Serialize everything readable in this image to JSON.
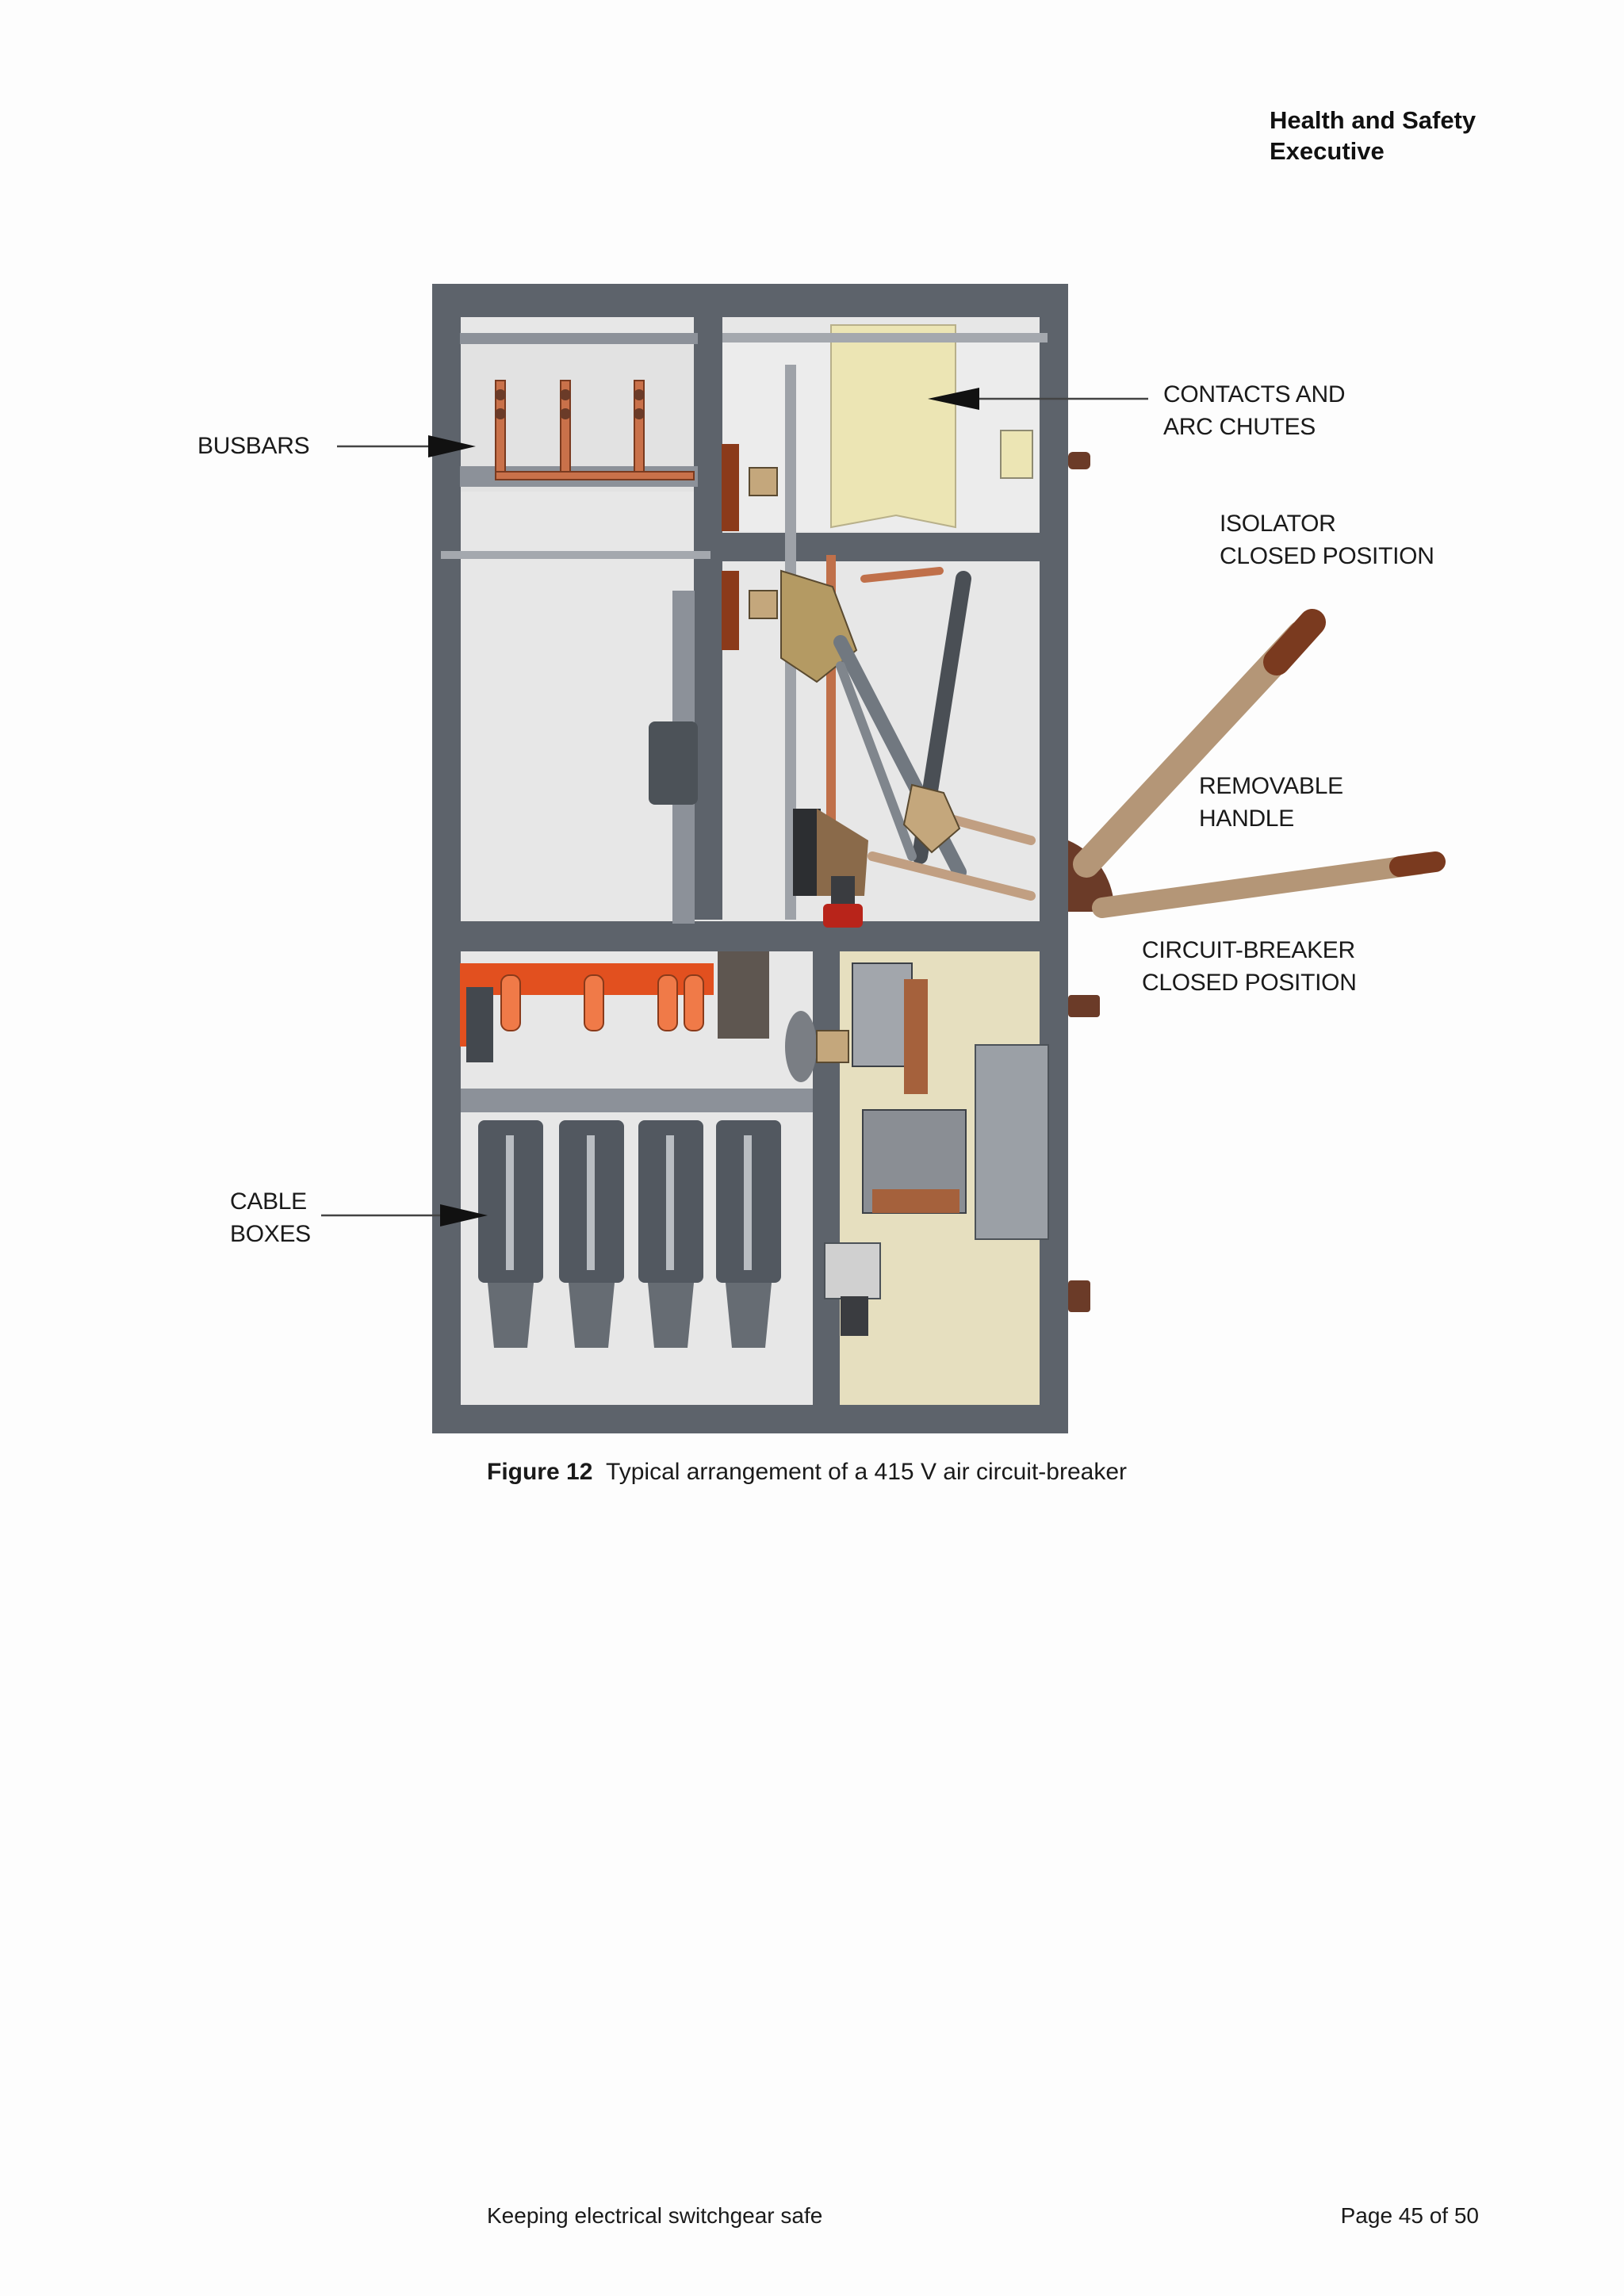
{
  "header": {
    "brand_line1": "Health and Safety",
    "brand_line2": "Executive"
  },
  "figure": {
    "labels": {
      "busbars": "BUSBARS",
      "contacts_line1": "CONTACTS AND",
      "contacts_line2": "ARC CHUTES",
      "isolator_line1": "ISOLATOR",
      "isolator_line2": "CLOSED POSITION",
      "handle_line1": "REMOVABLE",
      "handle_line2": "HANDLE",
      "breaker_line1": "CIRCUIT-BREAKER",
      "breaker_line2": "CLOSED POSITION",
      "cable_line1": "CABLE",
      "cable_line2": "BOXES"
    },
    "caption_number": "Figure 12",
    "caption_text": "Typical arrangement of a 415 V air circuit-breaker"
  },
  "footer": {
    "title": "Keeping electrical switchgear safe",
    "page": "Page 45 of 50"
  },
  "colors": {
    "frame": "#5d636b",
    "frame_light": "#8c9199",
    "panel": "#e7e7e7",
    "copper": "#c9714a",
    "orange_bar": "#e2501f",
    "cream": "#e6dfbf",
    "yellow_box": "#ece5b4",
    "handle": "#b49677"
  }
}
